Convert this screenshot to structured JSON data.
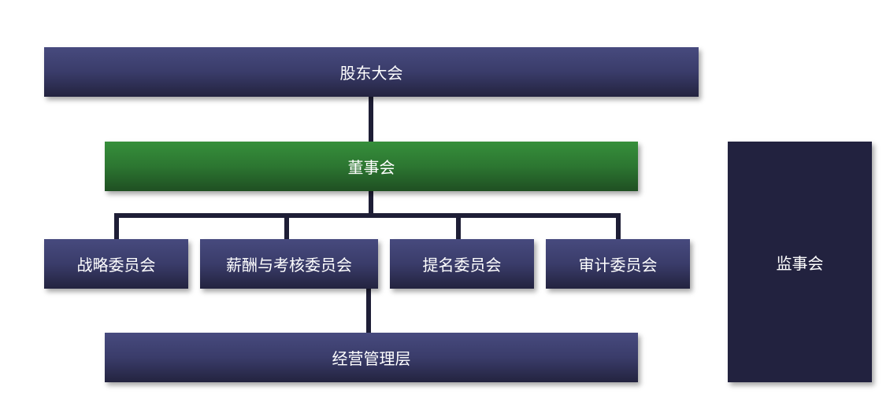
{
  "diagram": {
    "shareholders_meeting": "股东大会",
    "board_of_directors": "董事会",
    "committees": [
      "战略委员会",
      "薪酬与考核委员会",
      "提名委员会",
      "审计委员会"
    ],
    "management": "经营管理层",
    "supervisory_board": "监事会"
  },
  "colors": {
    "navy_box": "#3a3c6a",
    "green_box": "#2c7631",
    "supervisory_box": "#22223f",
    "connector": "#1e1e36",
    "text": "#ffffff"
  }
}
